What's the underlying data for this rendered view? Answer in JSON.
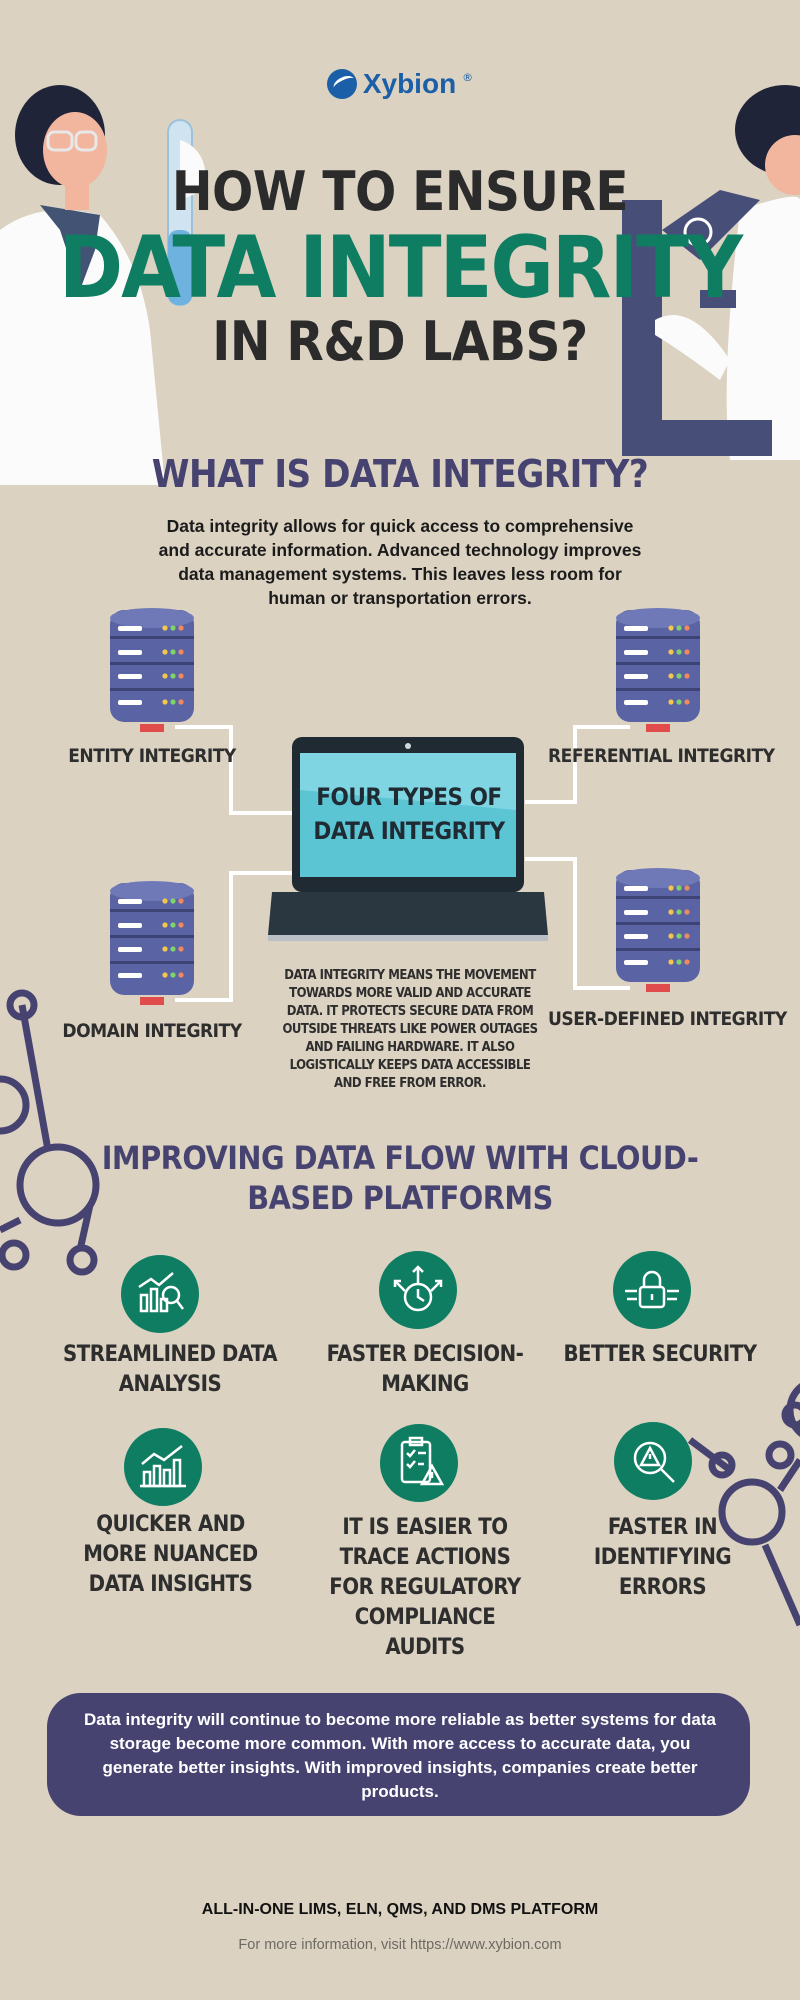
{
  "brand": {
    "name": "Xybion",
    "registered": "®"
  },
  "header": {
    "line1": "HOW TO ENSURE",
    "line2": "DATA INTEGRITY",
    "line3": "IN R&D LABS?"
  },
  "what_is": {
    "heading": "WHAT IS DATA INTEGRITY?",
    "body": "Data integrity allows for quick access to comprehensive and accurate information. Advanced technology improves data management systems. This leaves less room for human or transportation errors."
  },
  "types": {
    "center_title_1": "FOUR TYPES OF",
    "center_title_2": "DATA INTEGRITY",
    "entity": "ENTITY INTEGRITY",
    "referential": "REFERENTIAL INTEGRITY",
    "domain": "DOMAIN INTEGRITY",
    "user_defined": "USER-DEFINED INTEGRITY",
    "description": "DATA INTEGRITY MEANS THE MOVEMENT TOWARDS MORE VALID AND ACCURATE DATA. IT PROTECTS SECURE DATA FROM OUTSIDE THREATS LIKE POWER OUTAGES AND FAILING HARDWARE. IT ALSO LOGISTICALLY KEEPS DATA ACCESSIBLE AND FREE FROM ERROR."
  },
  "cloud": {
    "heading": "IMPROVING DATA FLOW WITH CLOUD-BASED PLATFORMS",
    "benefits": [
      {
        "label": "STREAMLINED DATA ANALYSIS",
        "icon": "analysis-chart-icon"
      },
      {
        "label": "FASTER DECISION-MAKING",
        "icon": "decision-clock-icon"
      },
      {
        "label": "BETTER SECURITY",
        "icon": "padlock-icon"
      },
      {
        "label": "QUICKER AND MORE NUANCED DATA INSIGHTS",
        "icon": "bar-chart-icon"
      },
      {
        "label": "IT IS EASIER TO TRACE ACTIONS FOR REGULATORY COMPLIANCE AUDITS",
        "icon": "clipboard-warning-icon"
      },
      {
        "label": "FASTER IN IDENTIFYING ERRORS",
        "icon": "error-search-icon"
      }
    ]
  },
  "summary": "Data integrity will continue to become more reliable as better systems for data storage become more common. With more access to accurate data, you generate better insights. With improved insights, companies create better products.",
  "footer": {
    "tagline": "ALL-IN-ONE LIMS, ELN, QMS, AND DMS PLATFORM",
    "visit": "For more information, visit https://www.xybion.com"
  },
  "colors": {
    "background": "#dbd2c1",
    "green": "#0f7d62",
    "navy": "#474371",
    "server": "#5a64a5",
    "screen": "#5cc5d4"
  }
}
